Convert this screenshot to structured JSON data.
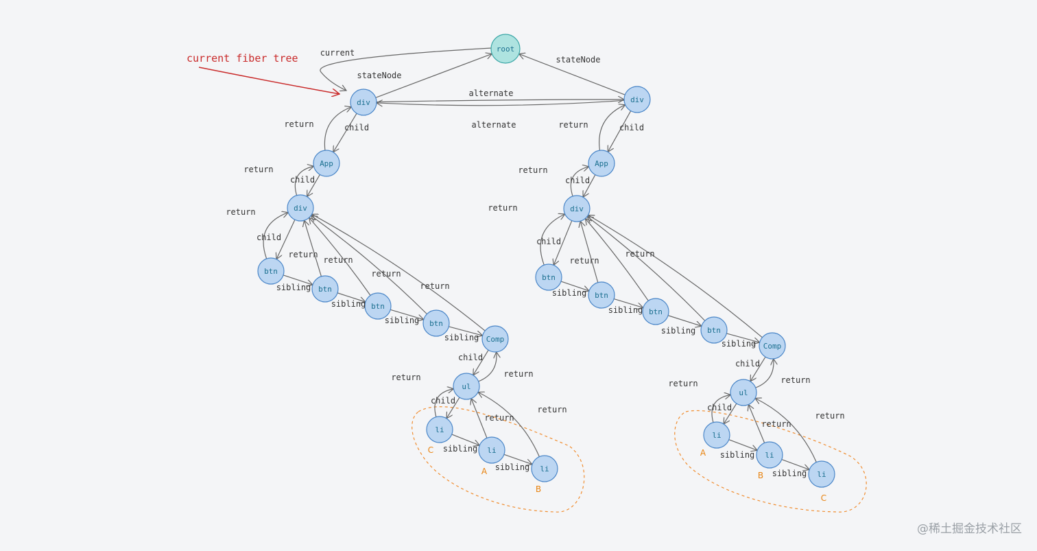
{
  "annotation": "current fiber tree",
  "root_label": "root",
  "colors": {
    "node_fill": "#bcd6f2",
    "node_stroke": "#4a86c8",
    "root_fill": "#aee3e0",
    "root_stroke": "#3aa6a6",
    "edge": "#666666",
    "annotation": "#c92a2a",
    "group": "#f08c2e"
  },
  "left_tree": {
    "nodes": [
      "div",
      "App",
      "div",
      "btn",
      "btn",
      "btn",
      "btn",
      "Comp",
      "ul",
      "li",
      "li",
      "li"
    ],
    "edge_labels": [
      "current",
      "stateNode",
      "alternate",
      "alternate",
      "return",
      "child",
      "return",
      "child",
      "return",
      "child",
      "return",
      "return",
      "return",
      "return",
      "sibling",
      "sibling",
      "sibling",
      "sibling",
      "child",
      "return",
      "return",
      "child",
      "return",
      "return",
      "sibling",
      "sibling"
    ],
    "order_labels": [
      "C",
      "A",
      "B"
    ]
  },
  "right_tree": {
    "nodes": [
      "div",
      "App",
      "div",
      "btn",
      "btn",
      "btn",
      "btn",
      "Comp",
      "ul",
      "li",
      "li",
      "li"
    ],
    "edge_labels": [
      "stateNode",
      "return",
      "child",
      "return",
      "child",
      "return",
      "child",
      "return",
      "return",
      "sibling",
      "sibling",
      "sibling",
      "sibling",
      "child",
      "return",
      "return",
      "child",
      "return",
      "return",
      "sibling",
      "sibling"
    ],
    "order_labels": [
      "A",
      "B",
      "C"
    ]
  },
  "watermark": "@稀土掘金技术社区"
}
